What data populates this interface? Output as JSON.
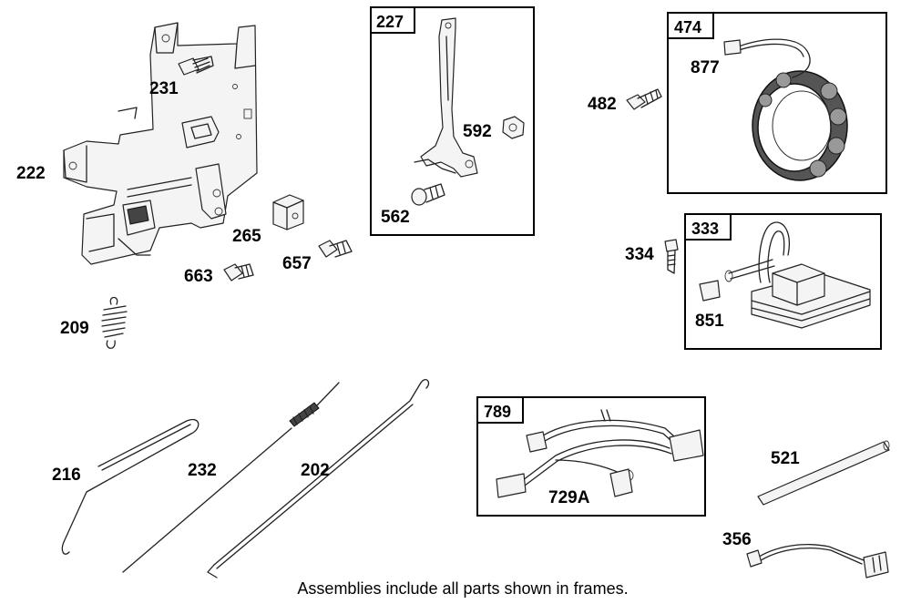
{
  "parts": {
    "p231": "231",
    "p222": "222",
    "p265": "265",
    "p657": "657",
    "p663": "663",
    "p209": "209",
    "p592": "592",
    "p562": "562",
    "p482": "482",
    "p877": "877",
    "p334": "334",
    "p851": "851",
    "p216": "216",
    "p232": "232",
    "p202": "202",
    "p729a": "729A",
    "p521": "521",
    "p356": "356"
  },
  "frames": {
    "f227": "227",
    "f474": "474",
    "f333": "333",
    "f789": "789"
  },
  "caption": "Assemblies include all parts shown in frames."
}
